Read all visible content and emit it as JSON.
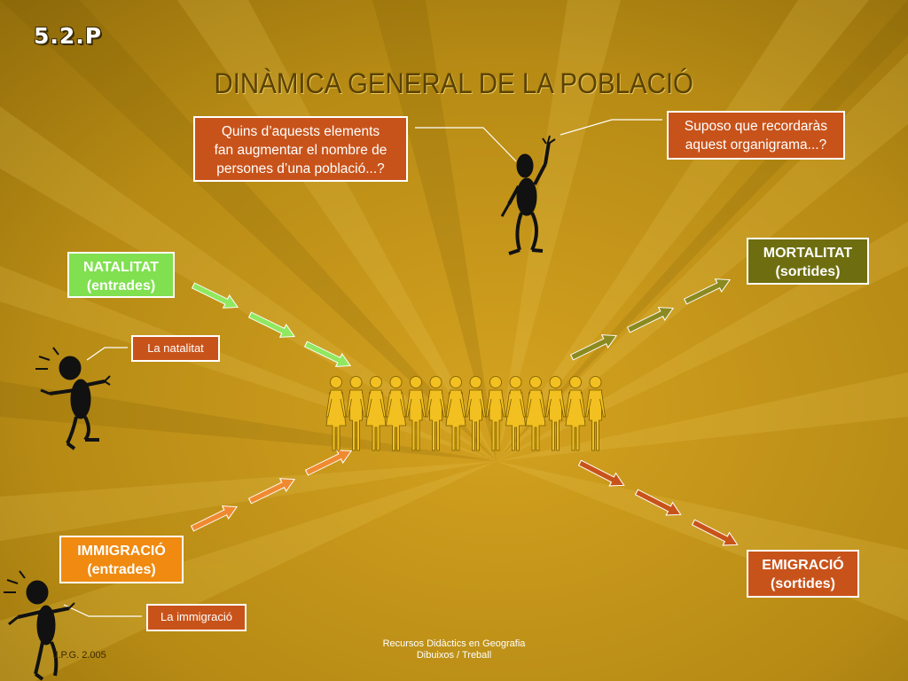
{
  "slide_code": "5.2.P",
  "title": "DINÀMICA GENERAL DE LA POBLACIÓ",
  "question_box": [
    "Quins d’aquests elements",
    "fan augmentar el nombre de",
    "persones d’una població...?"
  ],
  "reply_box": [
    "Suposo que recordaràs",
    "aquest organigrama...?"
  ],
  "natalitat": {
    "name": "NATALITAT",
    "sub": "(entrades)"
  },
  "mortalitat": {
    "name": "MORTALITAT",
    "sub": "(sortides)"
  },
  "immigracio": {
    "name": "IMMIGRACIÓ",
    "sub": "(entrades)"
  },
  "emigracio": {
    "name": "EMIGRACIÓ",
    "sub": "(sortides)"
  },
  "label_natalitat": "La natalitat",
  "label_immigracio": "La immigració",
  "footer_left": "J.P.G. 2.005",
  "footer_center": [
    "Recursos Didàctics en Geografia",
    "Dibuixos / Treball"
  ],
  "colors": {
    "background": "#b88a10",
    "box_orange_red": "#c8531a",
    "natalitat_green": "#80e050",
    "mortalitat_olive": "#6e6e10",
    "immigracio_orange": "#f08a10",
    "people_yellow": "#f2c020"
  },
  "icons": [
    "person-figure-icon",
    "arrow-icon",
    "people-crowd-icon"
  ]
}
